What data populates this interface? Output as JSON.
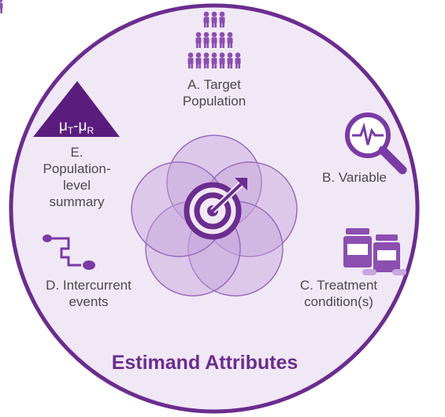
{
  "diagram": {
    "title": "Estimand Attributes",
    "attributes": {
      "a": {
        "line1": "A. Target",
        "line2": "Population"
      },
      "b": {
        "line1": "B. Variable"
      },
      "c": {
        "line1": "C. Treatment",
        "line2": "condition(s)"
      },
      "d": {
        "line1": "D. Intercurrent",
        "line2": "events"
      },
      "e": {
        "line1": "E.",
        "line2": "Population-",
        "line3": "level",
        "line4": "summary"
      }
    },
    "formula": {
      "mu1": "μ",
      "sub1": "T",
      "dash": "-",
      "mu2": "μ",
      "sub2": "R"
    },
    "icons": {
      "population": "people-pyramid-icon",
      "variable": "magnifier-pulse-icon",
      "treatment": "pill-bottles-icon",
      "intercurrent": "path-branch-icon",
      "center": "target-arrow-icon",
      "summary": "triangle-icon"
    },
    "colors": {
      "disc_fill": "#f1e8f6",
      "disc_stroke": "#6b2d8e",
      "accent": "#6b2d8e",
      "petal": "#c5a2dc",
      "text": "#4a4a4a"
    }
  }
}
